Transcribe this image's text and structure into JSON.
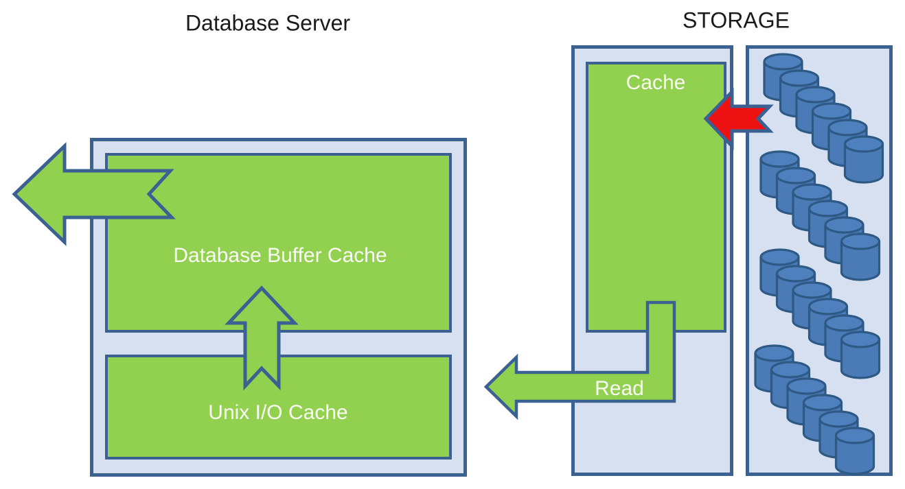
{
  "titles": {
    "database_server": "Database Server",
    "storage": "STORAGE"
  },
  "database_server": {
    "buffer_cache_label": "Database Buffer Cache",
    "unix_io_cache_label": "Unix I/O Cache"
  },
  "storage": {
    "cache_label": "Cache",
    "read_arrow_label": "Read",
    "disks": {
      "rows": 4,
      "per_row": 6
    }
  },
  "arrows": {
    "out_left": "green left arrow with chevron tail leaving database server",
    "unix_to_buffer": "green up arrow from Unix I/O Cache to Database Buffer Cache",
    "disks_to_cache": "red left arrow from disk array into storage cache",
    "cache_read": "green elbow read arrow from storage cache toward database server"
  },
  "colors": {
    "container_fill": "#D7E0F0",
    "box_border": "#3A6191",
    "green": "#92D050",
    "red": "#EE1111",
    "disk_fill": "#4A7BB7",
    "disk_top": "#4F80BE",
    "disk_stroke": "#2E5984",
    "label_text": "#FAFCF5",
    "title_text": "#1A1A1A"
  }
}
